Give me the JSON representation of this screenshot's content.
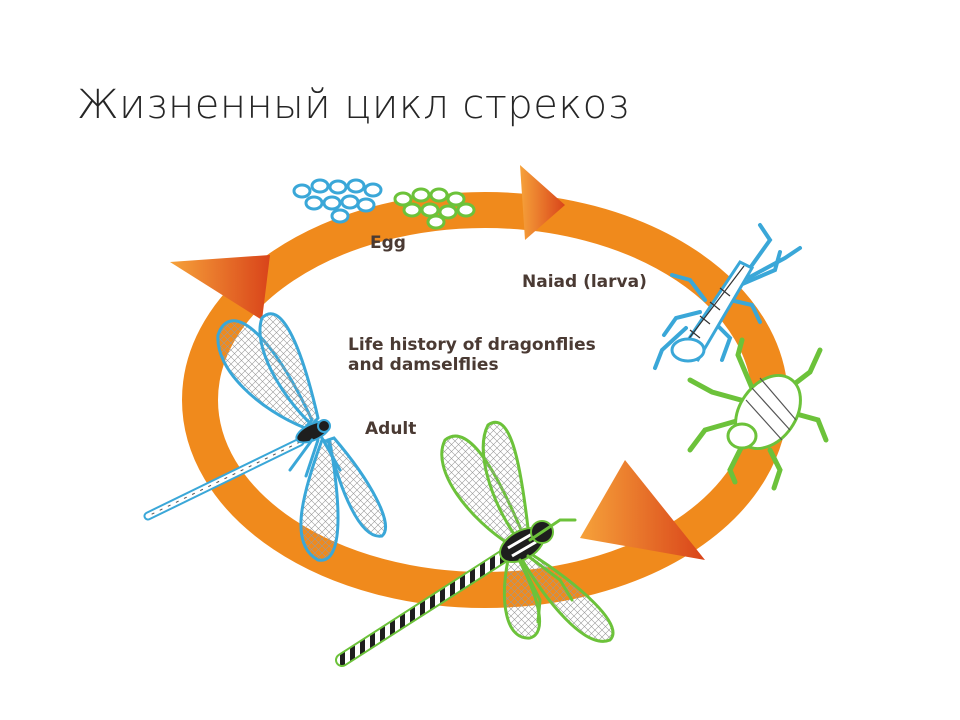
{
  "slide": {
    "title": "Жизненный цикл стрекоз"
  },
  "diagram": {
    "center_caption_line1": "Life history of dragonflies",
    "center_caption_line2": "and damselflies",
    "stages": [
      {
        "id": "egg",
        "label": "Egg"
      },
      {
        "id": "naiad",
        "label": "Naiad (larva)"
      },
      {
        "id": "adult",
        "label": "Adult"
      }
    ],
    "colors": {
      "cycle_ring": "#f08a1c",
      "arrow_head": "#e05a1a",
      "damselfly_outline": "#3aa7d8",
      "dragonfly_outline": "#6cc23a",
      "egg_blue_outline": "#3aa7d8",
      "egg_green_outline": "#6cc23a"
    }
  }
}
